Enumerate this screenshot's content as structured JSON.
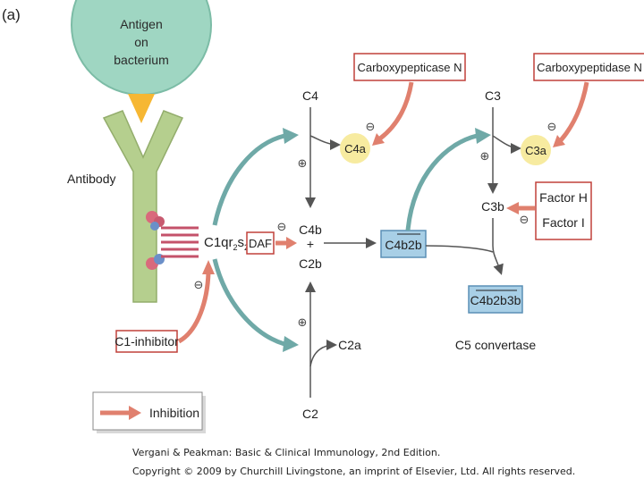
{
  "panel_label": "(a)",
  "bacterium_label": [
    "Antigen",
    "on",
    "bacterium"
  ],
  "antibody_label": "Antibody",
  "c1_label": "C1qr",
  "c1_sub": "2",
  "c1_s": "s",
  "c1_s_sub": "2",
  "c1_inhibitor": "C1-inhibitor",
  "daf": "DAF",
  "c4": "C4",
  "c4a": "C4a",
  "c4b": "C4b",
  "plus": "+",
  "c2b": "C2b",
  "c2": "C2",
  "c2a": "C2a",
  "c4b2b": "C4b2b",
  "c3": "C3",
  "c3a": "C3a",
  "c3b": "C3b",
  "c4b2b3b": "C4b2b3b",
  "c5_convertase": "C5 convertase",
  "carboxypeptidase_1": "Carboxypepticase N",
  "carboxypeptidase_2": "Carboxypeptidase N",
  "factor_h": "Factor H",
  "factor_i": "Factor I",
  "legend_inhibition": "Inhibition",
  "sign_minus": "⊖",
  "sign_plus": "⊕",
  "credit_line1": "Vergani & Peakman: Basic & Clinical Immunology, 2nd Edition.",
  "credit_line2": "Copyright © 2009 by Churchill Livingstone, an imprint of Elsevier, Ltd. All rights reserved.",
  "colors": {
    "bacterium": "#9fd6c2",
    "antibody": "#b5cf8e",
    "antigen_tip": "#f6b733",
    "inhibit_arrow": "#e0806e",
    "activate_arrow": "#6fa9a7",
    "box_border": "#c0403a",
    "blue_box": "#a8cfe6",
    "yellow_circle": "#f7eba0"
  }
}
